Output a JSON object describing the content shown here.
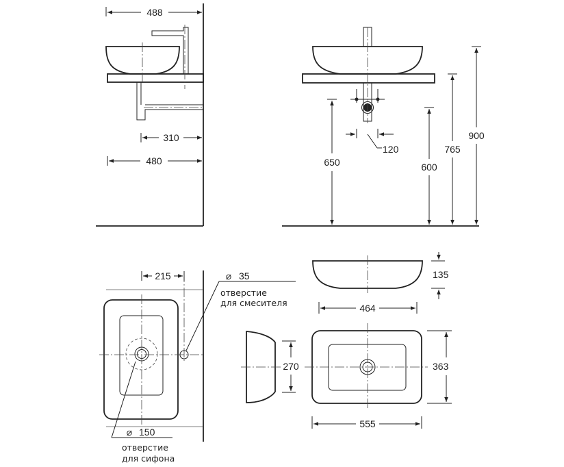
{
  "dimensions": {
    "side_depth_total": "488",
    "side_drain_offset": "310",
    "side_countertop_depth": "480",
    "front_drain_height": "650",
    "front_trap_spacing": "120",
    "front_outlet_height": "600",
    "front_counter_height": "765",
    "front_total_height": "900",
    "plan_hole_offset": "215",
    "faucet_hole_diameter": "35",
    "drain_hole_diameter": "150",
    "bowl_height": "135",
    "bowl_top_width": "464",
    "section_depth": "270",
    "plan_width": "555",
    "plan_depth": "363"
  },
  "notes": {
    "faucet_hole_line1": "отверстие",
    "faucet_hole_line2": "для смесителя",
    "drain_hole_line1": "отверстие",
    "drain_hole_line2": "для сифона"
  },
  "symbols": {
    "diameter": "⌀"
  }
}
